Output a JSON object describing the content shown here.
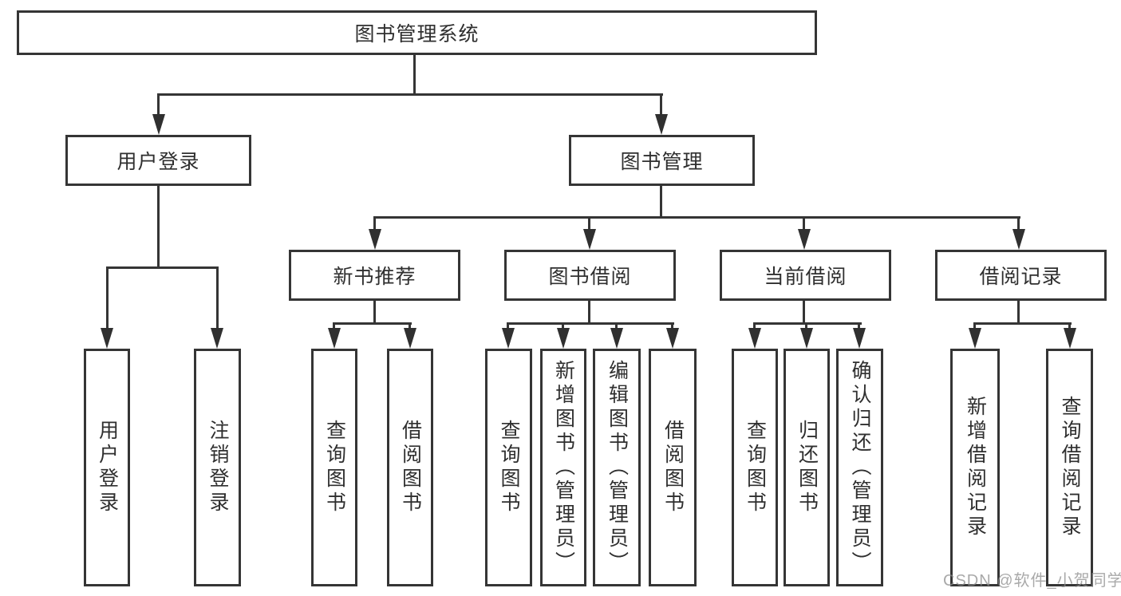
{
  "nodes": {
    "root": "图书管理系统",
    "user_login": "用户登录",
    "book_management": "图书管理",
    "new_book_recommend": "新书推荐",
    "book_borrowing": "图书借阅",
    "current_borrowing": "当前借阅",
    "borrowing_records": "借阅记录",
    "user_login_leaf": "用户登录",
    "logout_leaf": "注销登录",
    "query_books_1": "查询图书",
    "borrow_books_1": "借阅图书",
    "query_books_2": "查询图书",
    "add_books_admin": "新增图书（管理员）",
    "edit_books_admin": "编辑图书（管理员）",
    "borrow_books_2": "借阅图书",
    "query_books_3": "查询图书",
    "return_books": "归还图书",
    "confirm_return_admin": "确认归还（管理员）",
    "add_borrow_record": "新增借阅记录",
    "query_borrow_record": "查询借阅记录"
  },
  "watermark": "CSDN @软件_小贺同学",
  "colors": {
    "line": "#353535",
    "text": "#2f2f2f",
    "background": "#ffffff",
    "watermark": "#8c8c8c"
  }
}
